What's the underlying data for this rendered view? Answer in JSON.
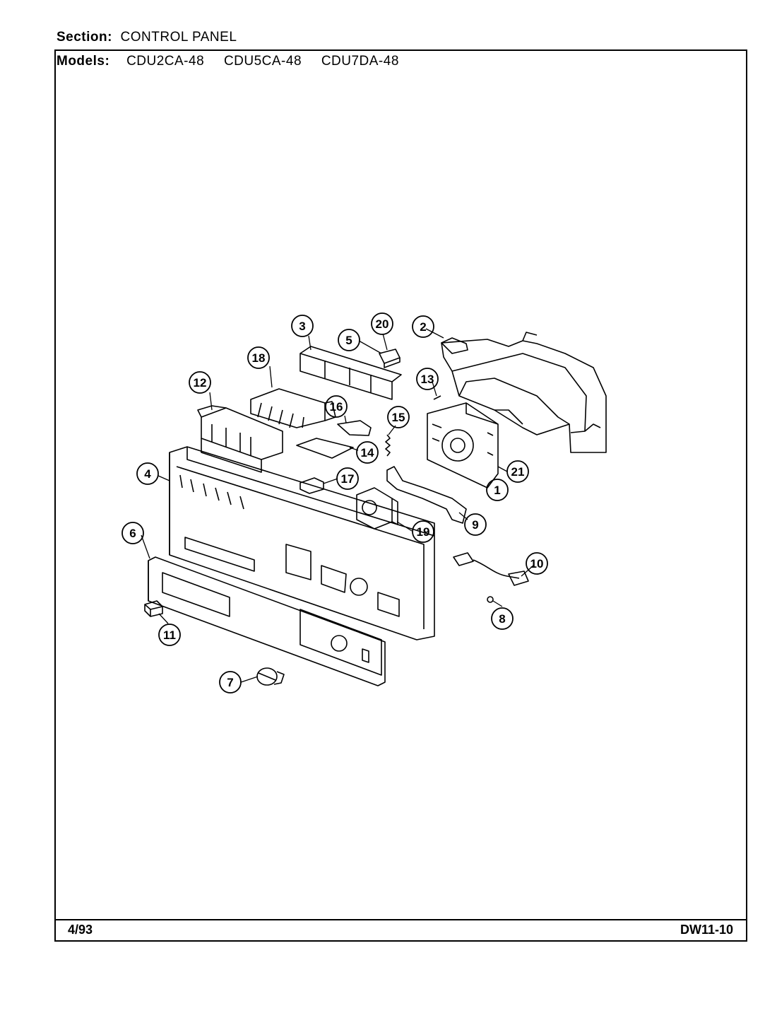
{
  "header": {
    "section_label": "Section:",
    "section_value": "CONTROL PANEL",
    "models_label": "Models:",
    "models": [
      "CDU2CA-48",
      "CDU5CA-48",
      "CDU7DA-48"
    ]
  },
  "footer": {
    "date": "4/93",
    "code": "DW11-10"
  },
  "callouts": {
    "c1": "1",
    "c2": "2",
    "c3": "3",
    "c4": "4",
    "c5": "5",
    "c6": "6",
    "c7": "7",
    "c8": "8",
    "c9": "9",
    "c10": "10",
    "c11": "11",
    "c12": "12",
    "c13": "13",
    "c14": "14",
    "c15": "15",
    "c16": "16",
    "c17": "17",
    "c18": "18",
    "c19": "19",
    "c20": "20",
    "c21": "21"
  }
}
